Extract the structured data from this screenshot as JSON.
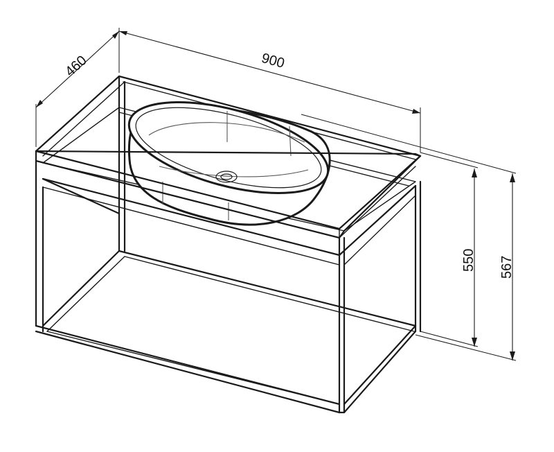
{
  "diagram": {
    "dimensions": {
      "width": "900",
      "depth": "460",
      "height_inner": "550",
      "height_total": "567"
    }
  }
}
